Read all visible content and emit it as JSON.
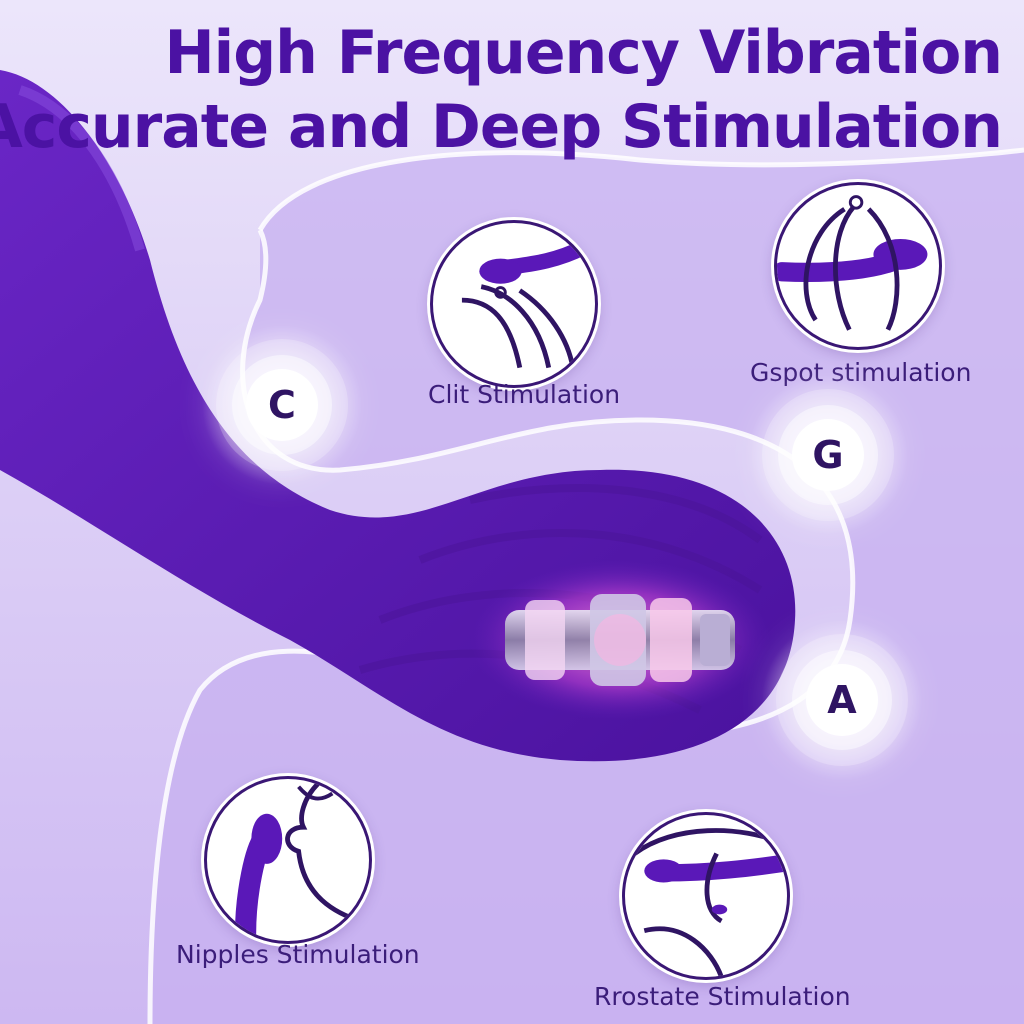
{
  "headline": {
    "line1": "High Frequency Vibration",
    "line2": "Accurate and Deep Stimulation"
  },
  "features": [
    {
      "label": "Clit Stimulation",
      "icon": "clit-stimulation-icon"
    },
    {
      "label": "Gspot stimulation",
      "icon": "gspot-stimulation-icon"
    },
    {
      "label": "Nipples Stimulation",
      "icon": "nipples-stimulation-icon"
    },
    {
      "label": "Rrostate Stimulation",
      "icon": "prostate-stimulation-icon"
    }
  ],
  "markers": {
    "c": "C",
    "g": "G",
    "a": "A"
  },
  "colors": {
    "headline": "#4b12a3",
    "product": "#5a18b8",
    "background": "#ddd0f6",
    "caption": "#3b1d7a"
  }
}
